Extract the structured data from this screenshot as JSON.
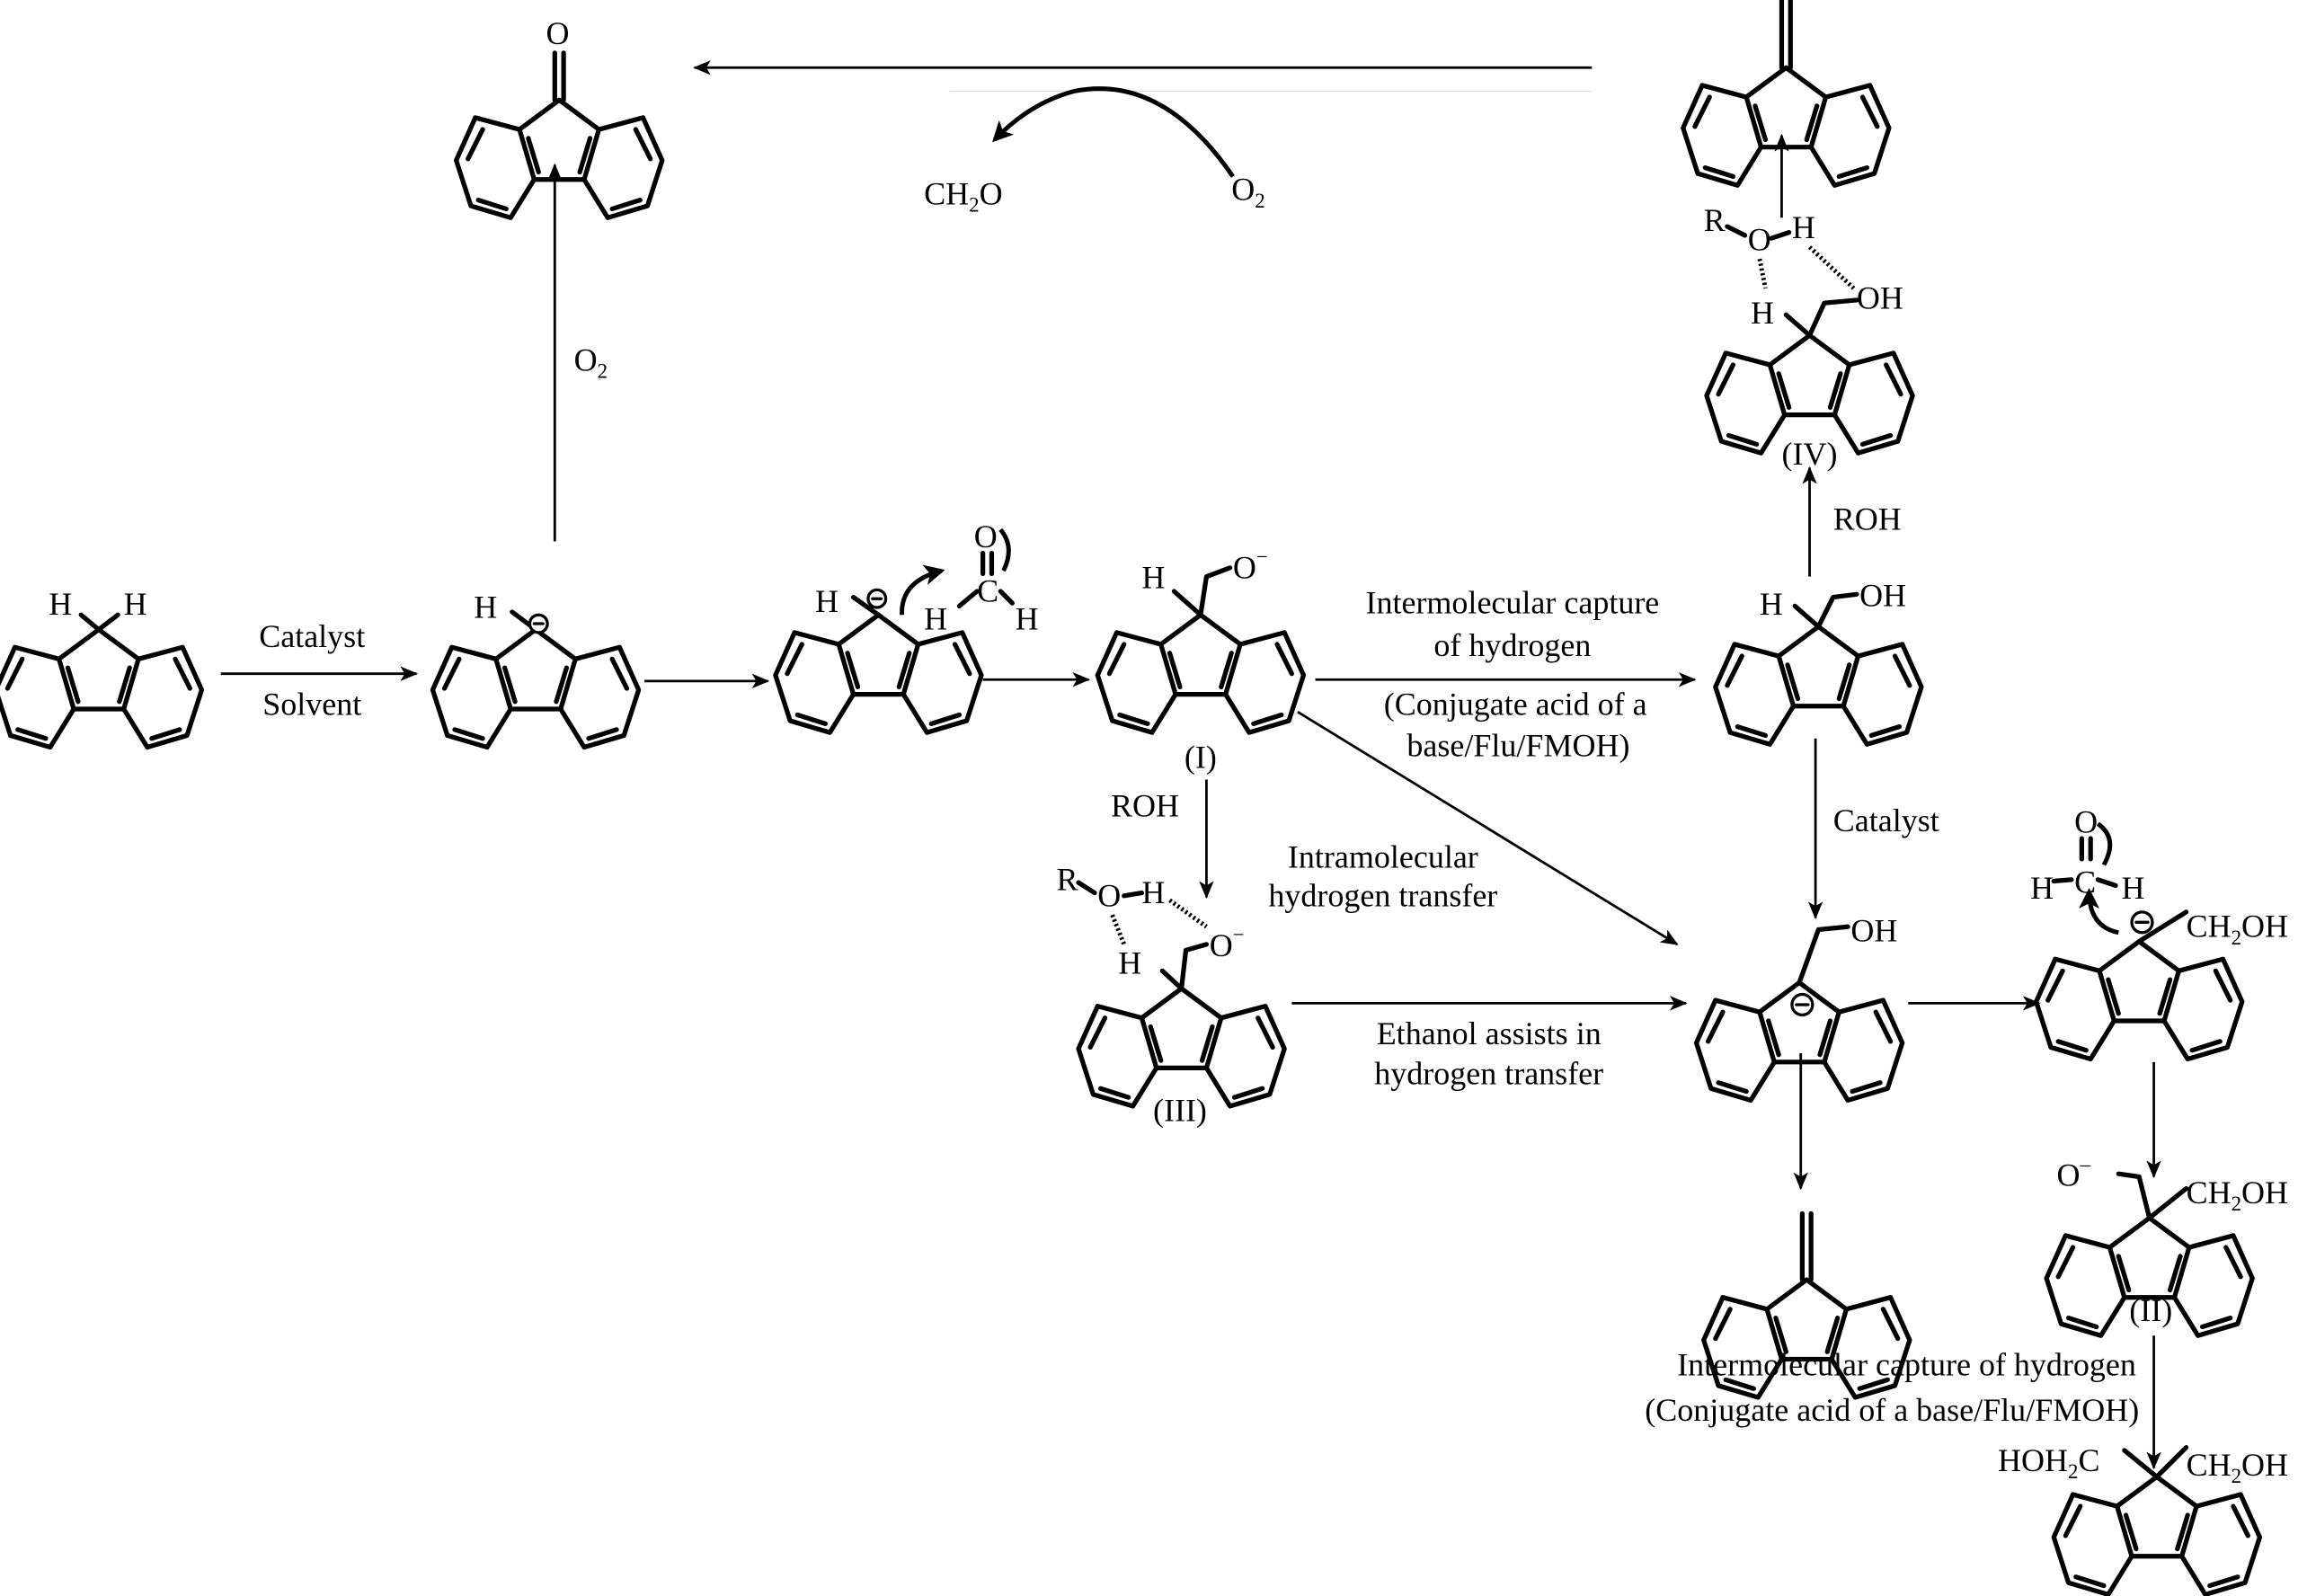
{
  "title": "Reaction mechanism: fluorene hydroxymethylation with formaldehyde",
  "colors": {
    "ink": "#000000",
    "background": "#ffffff"
  },
  "molecules": {
    "fluorene": {
      "name": "Fluorene",
      "h1": "H",
      "h2": "H"
    },
    "fluorenyl_anion": {
      "name": "Fluorenyl anion",
      "h": "H",
      "charge": "−"
    },
    "anion_attack": {
      "name": "Fluorenyl anion attacking formaldehyde",
      "h": "H",
      "ald_o": "O",
      "ald_c": "C",
      "ald_h1": "H",
      "ald_h2": "H"
    },
    "intermediate_I": {
      "name": "Alkoxide intermediate",
      "h": "H",
      "o": "O",
      "charge": "−",
      "label": "(I)"
    },
    "intermediate_III": {
      "name": "ROH-bridged alkoxide",
      "r": "R",
      "o1": "O",
      "h1": "H",
      "h2": "H",
      "o2": "O",
      "charge": "−",
      "label": "(III)"
    },
    "fmoh": {
      "name": "9-Fluorenylmethanol (FMOH)",
      "h": "H",
      "oh": "OH"
    },
    "intermediate_IV": {
      "name": "ROH-bridged FMOH",
      "r": "R",
      "o": "O",
      "h1": "H",
      "h2": "H",
      "oh": "OH",
      "label": "(IV)"
    },
    "dibenzofulvene_top": {
      "name": "Dibenzofulvene"
    },
    "fluorenone": {
      "name": "9-Fluorenone",
      "o": "O"
    },
    "fmoh_anion": {
      "name": "FMOH carbanion",
      "oh": "OH",
      "charge": "−"
    },
    "anion_attack_2": {
      "name": "Carbanion attacking second formaldehyde",
      "ald_o": "O",
      "ald_c": "C",
      "ald_h1": "H",
      "ald_h2": "H",
      "ch2oh": "CH",
      "ch2oh_sub": "2",
      "ch2oh_tail": "OH",
      "charge": "−"
    },
    "dibenzofulvene_bottom": {
      "name": "Dibenzofulvene"
    },
    "intermediate_II": {
      "name": "Alkoxide intermediate",
      "o": "O",
      "charge": "–",
      "ch2oh": "CH",
      "ch2oh_sub": "2",
      "ch2oh_tail": "OH",
      "label": "(II)"
    },
    "bhmf": {
      "name": "9,9-Bis(hydroxymethyl)fluorene",
      "left": "HOH",
      "left_sub": "2",
      "left_tail": "C",
      "right": "CH",
      "right_sub": "2",
      "right_tail": "OH"
    }
  },
  "conditions": {
    "catalyst": "Catalyst",
    "solvent": "Solvent",
    "o2_vertical": "O",
    "o2_vertical_sub": "2",
    "ch2o": "CH",
    "ch2o_sub": "2",
    "ch2o_tail": "O",
    "o2_curve": "O",
    "o2_curve_sub": "2",
    "inter_capture_line1": "Intermolecular capture",
    "inter_capture_line2": "of hydrogen",
    "inter_capture_line3": "(Conjugate acid of a",
    "inter_capture_line4": "base/Flu/FMOH)",
    "roh_left": "ROH",
    "intra_line1": "Intramolecular",
    "intra_line2": "hydrogen transfer",
    "ethanol_line1": "Ethanol assists in",
    "ethanol_line2": "hydrogen transfer",
    "roh_right": "ROH",
    "catalyst_right": "Catalyst",
    "bottom_capture_line1": "Intermolecular capture of hydrogen",
    "bottom_capture_line2": "(Conjugate acid of a base/Flu/FMOH)"
  }
}
